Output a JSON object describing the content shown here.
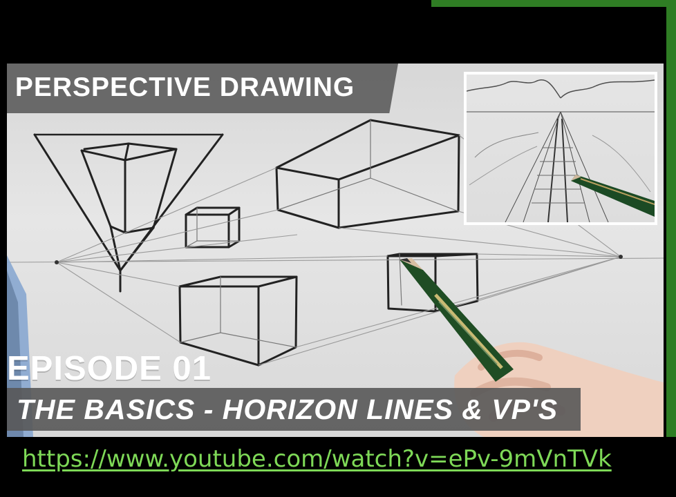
{
  "thumbnail": {
    "title": "PERSPECTIVE DRAWING",
    "episode": "EPISODE 01",
    "subtitle": "THE BASICS - HORIZON LINES & VP'S"
  },
  "link": {
    "url": "https://www.youtube.com/watch?v=ePv-9mVnTVk"
  },
  "colors": {
    "background": "#000000",
    "accent_green": "#2f7d24",
    "link_green": "#7ed957",
    "label_gray": "#5c5c5c"
  },
  "icons": {
    "pencil": "pencil-icon",
    "hand": "hand-icon"
  }
}
